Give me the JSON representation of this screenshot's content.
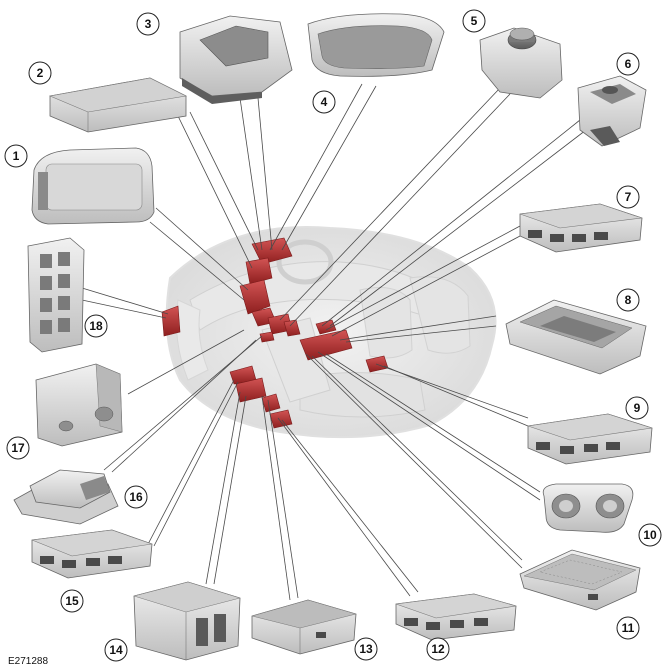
{
  "figure": {
    "reference_code": "E271288",
    "callouts": [
      {
        "id": 1,
        "label": "1"
      },
      {
        "id": 2,
        "label": "2"
      },
      {
        "id": 3,
        "label": "3"
      },
      {
        "id": 4,
        "label": "4"
      },
      {
        "id": 5,
        "label": "5"
      },
      {
        "id": 6,
        "label": "6"
      },
      {
        "id": 7,
        "label": "7"
      },
      {
        "id": 8,
        "label": "8"
      },
      {
        "id": 9,
        "label": "9"
      },
      {
        "id": 10,
        "label": "10"
      },
      {
        "id": 11,
        "label": "11"
      },
      {
        "id": 12,
        "label": "12"
      },
      {
        "id": 13,
        "label": "13"
      },
      {
        "id": 14,
        "label": "14"
      },
      {
        "id": 15,
        "label": "15"
      },
      {
        "id": 16,
        "label": "16"
      },
      {
        "id": 17,
        "label": "17"
      },
      {
        "id": 18,
        "label": "18"
      }
    ]
  }
}
